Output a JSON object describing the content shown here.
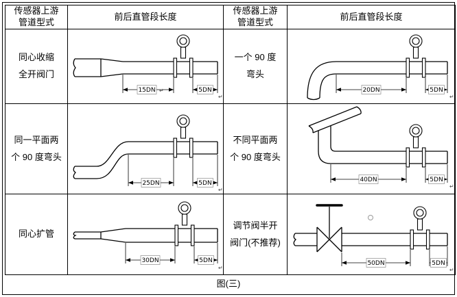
{
  "header": {
    "upstream_left": "传感器上游\n管道型式",
    "length_left": "前后直管段长度",
    "upstream_right": "传感器上游\n管道型式",
    "length_right": "前后直管段长度"
  },
  "rows": [
    {
      "left": {
        "label": "同心收缩\n全开阀门",
        "dim_main": "15DN",
        "dim_end": "5DN"
      },
      "right": {
        "label": "一个 90 度\n弯头",
        "dim_main": "20DN",
        "dim_end": "5DN"
      }
    },
    {
      "left": {
        "label": "同一平面两\n个 90 度弯头",
        "dim_main": "25DN",
        "dim_end": "5DN"
      },
      "right": {
        "label": "不同平面两\n个 90 度弯头",
        "dim_main": "40DN",
        "dim_end": "5DN"
      }
    },
    {
      "left": {
        "label": "同心扩管",
        "dim_main": "30DN",
        "dim_end": "5DN"
      },
      "right": {
        "label": "调节阀半开\n阀门(不推荐)",
        "dim_main": "50DN",
        "dim_end": "5DN"
      }
    }
  ],
  "caption": "图(三)",
  "marks": {
    "return": "↵"
  }
}
